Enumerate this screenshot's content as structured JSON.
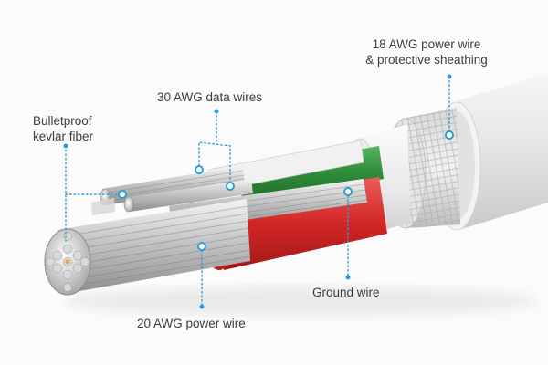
{
  "labels": {
    "power_18awg": [
      "18 AWG power wire",
      "& protective sheathing"
    ],
    "data_30awg": "30 AWG data wires",
    "kevlar": [
      "Bulletproof",
      "kevlar fiber"
    ],
    "ground": "Ground wire",
    "power_20awg": "20 AWG power wire"
  },
  "colors": {
    "callout": "#2a9fd6",
    "green_wire": "#2e8b3a",
    "red_wire": "#d62a2a",
    "sheath": "#e3e3e3"
  }
}
